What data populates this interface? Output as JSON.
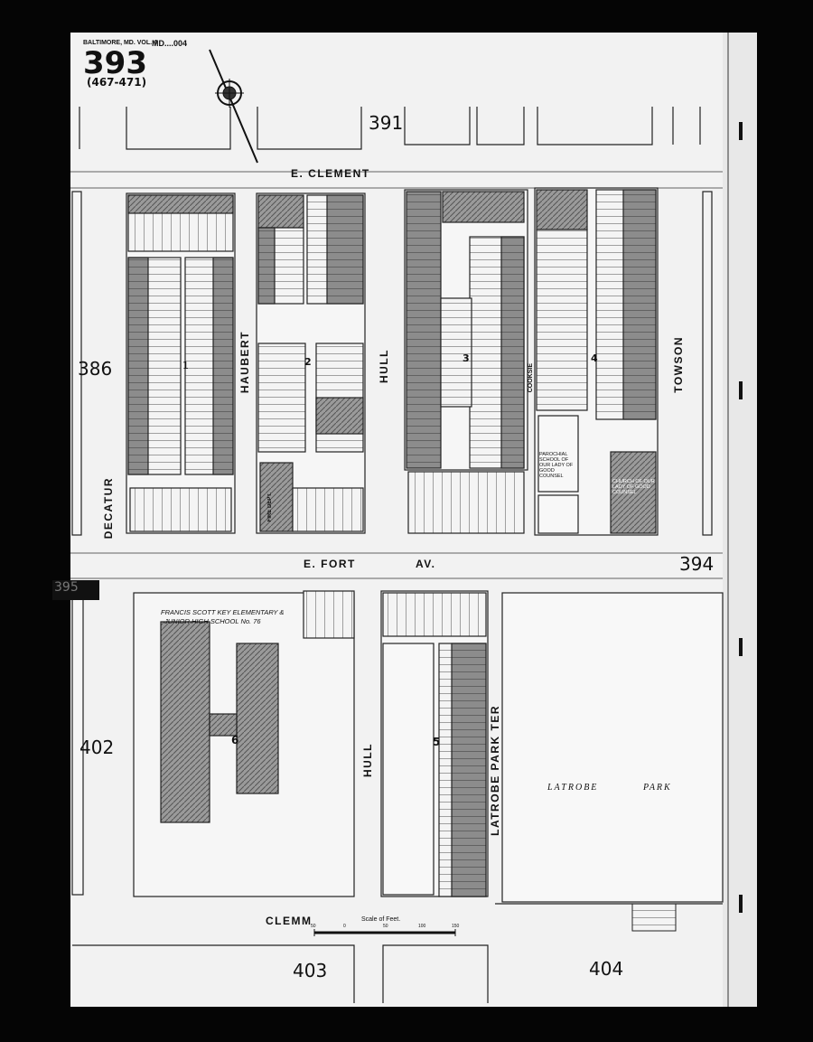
{
  "sheet": {
    "header_small": "BALTIMORE, MD. VOL. 4",
    "header_code": "MD....004",
    "page_number": "393",
    "page_range": "(467-471)"
  },
  "adjacent_sheets": [
    "391",
    "386",
    "394",
    "395",
    "402",
    "403",
    "404"
  ],
  "streets": {
    "clement": "E. CLEMENT",
    "fort": "E. FORT",
    "fort_suffix": "AV.",
    "clemm": "CLEMM",
    "haubert": "HAUBERT",
    "hull_upper": "HULL",
    "hull_lower": "HULL",
    "towson": "TOWSON",
    "decatur": "DECATUR",
    "latrobe_park_ter": "LATROBE PARK TER",
    "cooksie": "COOKSIE"
  },
  "blocks": {
    "b1": "1",
    "b2": "2",
    "b3": "3",
    "b4": "4",
    "b5": "5",
    "b6": "6"
  },
  "landmarks": {
    "school_line1": "FRANCIS SCOTT KEY ELEMENTARY &",
    "school_line2": "JUNIOR HIGH SCHOOL No. 76",
    "park_word1": "LATROBE",
    "park_word2": "PARK",
    "church": "CHURCH OF OUR LADY OF GOOD COUNSEL",
    "parochial_school": "PAROCHIAL SCHOOL OF OUR LADY OF GOOD COUNSEL",
    "fire_dept": "FIRE DEPT."
  },
  "scale": {
    "label": "Scale of Feet.",
    "ticks": [
      "50",
      "0",
      "50",
      "100",
      "150"
    ]
  }
}
